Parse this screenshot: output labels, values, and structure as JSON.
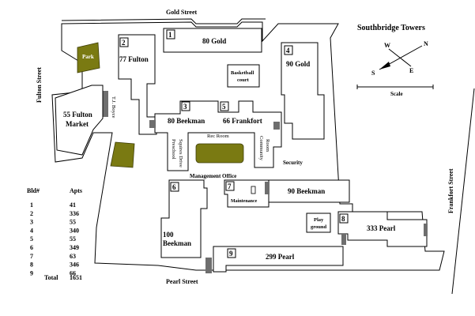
{
  "title": "Southbridge Towers",
  "streets": {
    "gold": "Gold Street",
    "fulton": "Fulton Street",
    "pearl": "Pearl Street",
    "frankfort": "Frankfort Street"
  },
  "compass": {
    "n": "N",
    "s": "S",
    "e": "E",
    "w": "W"
  },
  "scale_label": "Scale",
  "buildings": [
    {
      "num": "1",
      "name": "80 Gold"
    },
    {
      "num": "2",
      "name": "77 Fulton"
    },
    {
      "num": "3",
      "name": "80 Beekman"
    },
    {
      "num": "4",
      "name": "90 Gold"
    },
    {
      "num": "5",
      "name": "66 Frankfort"
    },
    {
      "num": "6",
      "name_line1": "100",
      "name_line2": "Beekman"
    },
    {
      "num": "7",
      "name": "Maintenance"
    },
    {
      "num": "8",
      "name": "333 Pearl"
    },
    {
      "num": "9",
      "name": "299 Pearl"
    }
  ],
  "labels": {
    "fulton_market_1": "55 Fulton",
    "fulton_market_2": "Market",
    "tj_boyce": "T.J. Boyce",
    "park": "Park",
    "basketball_1": "Basketball",
    "basketball_2": "court",
    "rec_room": "Rec Room",
    "preschool": "Preschool",
    "squires_drive": "Squires Drive",
    "community_1": "Community",
    "community_2": "Room",
    "security": "Security",
    "management": "Management Office",
    "beekman90": "90 Beekman",
    "playground_1": "Play",
    "playground_2": "ground"
  },
  "apt_table": {
    "col_bld": "Bld#",
    "col_apts": "Apts",
    "rows": [
      {
        "bld": "1",
        "apts": "41"
      },
      {
        "bld": "2",
        "apts": "336"
      },
      {
        "bld": "3",
        "apts": "55"
      },
      {
        "bld": "4",
        "apts": "340"
      },
      {
        "bld": "5",
        "apts": "55"
      },
      {
        "bld": "6",
        "apts": "349"
      },
      {
        "bld": "7",
        "apts": "63"
      },
      {
        "bld": "8",
        "apts": "346"
      },
      {
        "bld": "9",
        "apts": "66"
      }
    ],
    "total_label": "Total",
    "total_value": "1651"
  }
}
